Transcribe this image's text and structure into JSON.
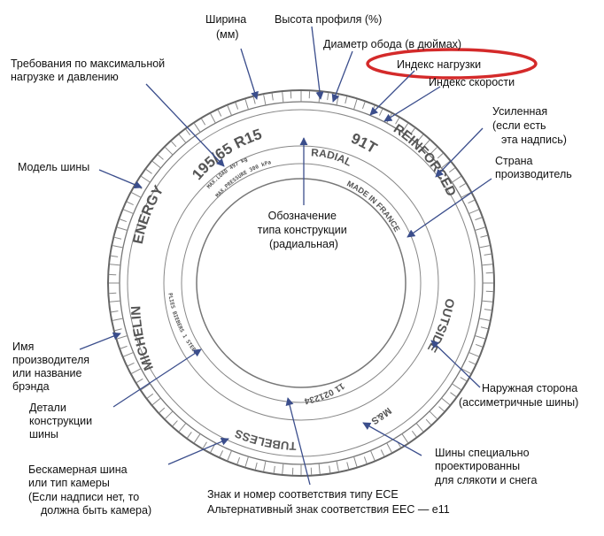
{
  "labels": {
    "width": [
      "Ширина",
      "(мм)"
    ],
    "profile": "Высота профиля (%)",
    "rim": "Диаметр обода (в дюймах)",
    "load_index": "Индекс нагрузки",
    "speed_index": "Индекс скорости",
    "max_load": [
      "Требования по максимальной",
      "нагрузке и давлению"
    ],
    "reinforced": [
      "Усиленная",
      "(если есть",
      "эта  надпись)"
    ],
    "country": [
      "Страна",
      "производитель"
    ],
    "model": "Модель шины",
    "construction": [
      "Обозначение",
      "типа конструкции",
      "(радиальная)"
    ],
    "manufacturer": [
      "Имя",
      "производителя",
      "или название",
      "брэнда"
    ],
    "details": [
      "Детали",
      "конструкции",
      "шины"
    ],
    "outside": [
      "Наружная сторона",
      "(ассиметричные шины)"
    ],
    "tubeless": [
      "Бескамерная шина",
      "или тип камеры",
      "(Если надписи нет, то",
      "должна быть камера)"
    ],
    "ms": [
      "Шины специально",
      "проектированны",
      "для  слякоти и снега"
    ],
    "ece": [
      "Знак и номер соответствия типу ECE",
      "Альтернативный знак соответствия EEC — e11"
    ]
  },
  "tire": {
    "size": "195/65 R15",
    "service": "91T",
    "radial": "RADIAL",
    "reinforced": "REINFORCED",
    "made_in": "MADE IN FRANCE",
    "outside": "OUTSIDE",
    "ms": "M&S",
    "tubeless": "TUBELESS",
    "ece_code": "11 021234",
    "brand": "MICHELIN",
    "model": "ENERGY",
    "max_load": "MAX.LOAD 497 kg",
    "max_pressure": "MAX.PRESSURE 300 kPa",
    "plies": "PLIES BIEBERS 1 STEEL 2 NYLON"
  },
  "colors": {
    "highlight": "#d42a2a",
    "arrow": "#3b4e8c"
  }
}
